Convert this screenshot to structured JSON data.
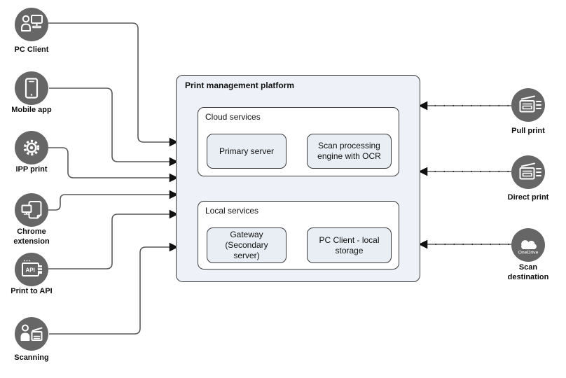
{
  "diagram": {
    "platform": {
      "title": "Print management platform",
      "groups": [
        {
          "label": "Cloud services",
          "children": [
            {
              "label": "Primary server"
            },
            {
              "label": "Scan processing engine with OCR"
            }
          ]
        },
        {
          "label": "Local services",
          "children": [
            {
              "label": "Gateway (Secondary server)"
            },
            {
              "label": "PC Client - local storage"
            }
          ]
        }
      ]
    },
    "left_nodes": [
      {
        "label": "PC Client",
        "icon": "pc-client-icon"
      },
      {
        "label": "Mobile app",
        "icon": "mobile-phone-icon"
      },
      {
        "label": "IPP print",
        "icon": "gear-icon"
      },
      {
        "label": "Chrome extension",
        "icon": "chrome-extension-icon"
      },
      {
        "label": "Print to API",
        "icon": "api-window-icon",
        "icon_text": "API"
      },
      {
        "label": "Scanning",
        "icon": "person-scanner-icon"
      }
    ],
    "right_nodes": [
      {
        "label": "Pull print",
        "icon": "mfp-printer-icon"
      },
      {
        "label": "Direct print",
        "icon": "mfp-printer-icon"
      },
      {
        "label": "Scan destination",
        "icon": "onedrive-cloud-icon",
        "icon_text": "OneDrive"
      }
    ],
    "colors": {
      "icon_circle": "#666666",
      "platform_fill": "#eef2f8",
      "group_fill": "#ffffff",
      "inner_node_fill": "#e9eef4",
      "box_border": "#3a3a3a",
      "connector_line": "#595959",
      "arrowhead": "#111111"
    }
  }
}
